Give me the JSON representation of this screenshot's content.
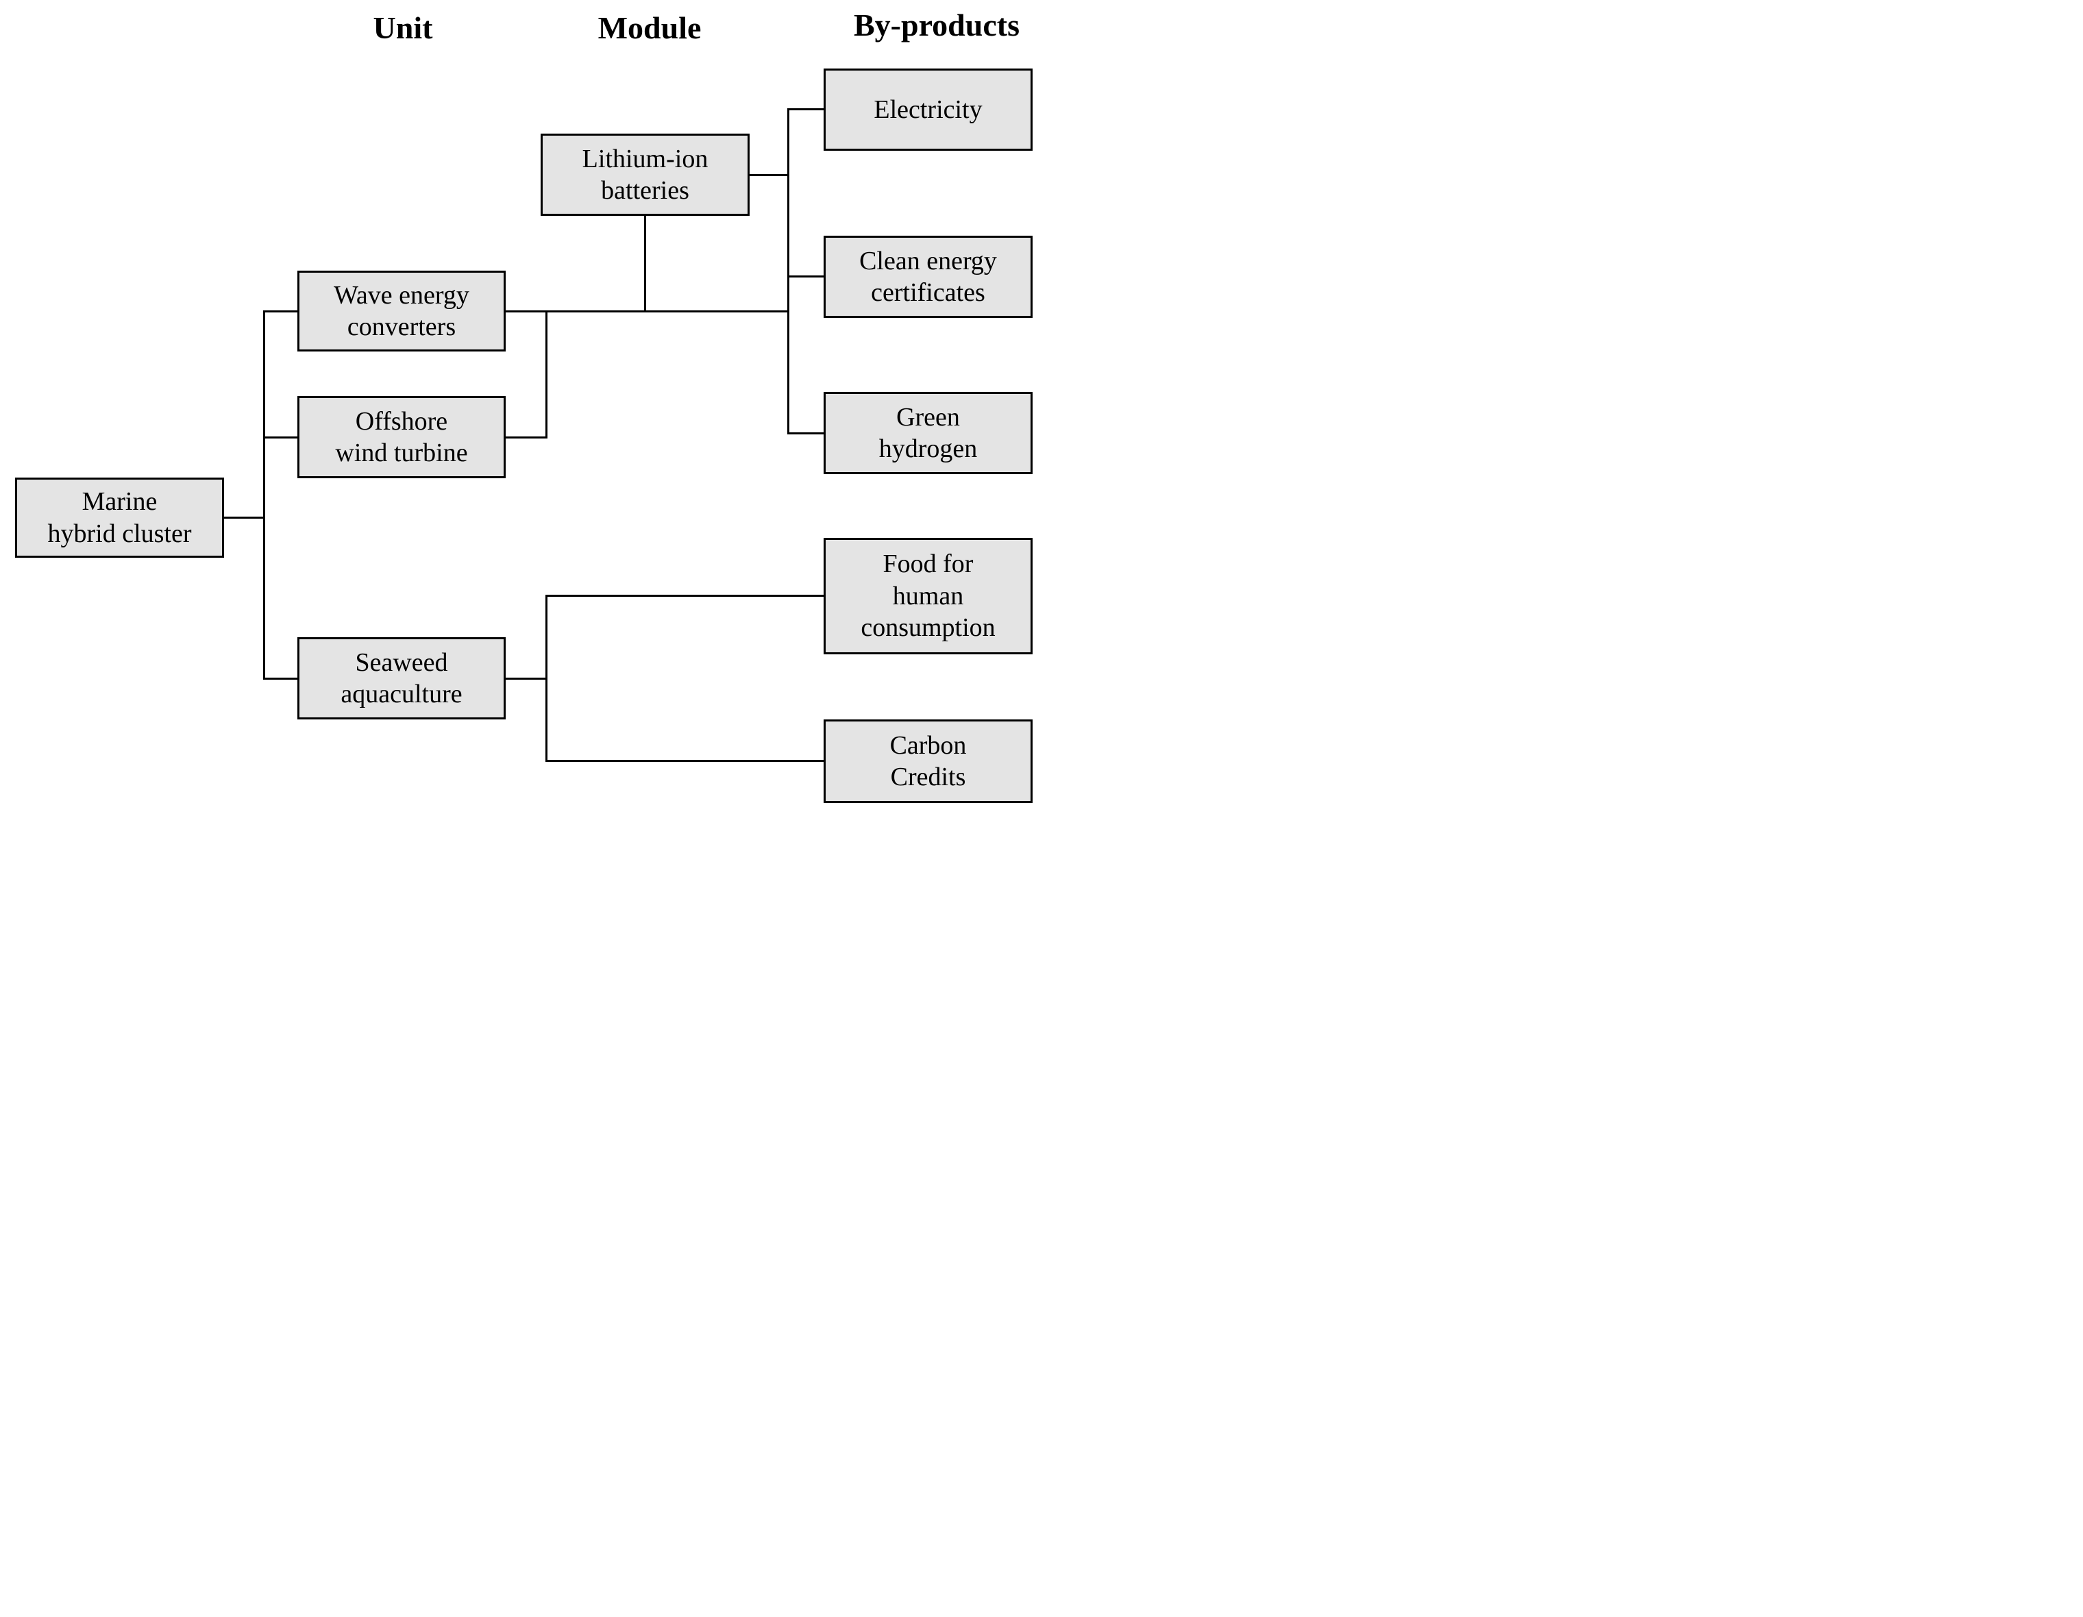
{
  "figure": {
    "column_headers": [
      {
        "id": "unit",
        "label": "Unit"
      },
      {
        "id": "module",
        "label": "Module"
      },
      {
        "id": "byproducts",
        "label": "By-products"
      }
    ],
    "nodes": {
      "marine": {
        "label": "Marine\nhybrid cluster",
        "role": "root"
      },
      "wave": {
        "label": "Wave energy\nconverters",
        "column": "Unit"
      },
      "offshore": {
        "label": "Offshore\nwind turbine",
        "column": "Unit"
      },
      "seaweed": {
        "label": "Seaweed\naquaculture",
        "column": "Unit"
      },
      "lithium": {
        "label": "Lithium-ion\nbatteries",
        "column": "Module"
      },
      "electricity": {
        "label": "Electricity",
        "column": "By-products"
      },
      "clean_energy": {
        "label": "Clean energy\ncertificates",
        "column": "By-products"
      },
      "green_hydrogen": {
        "label": "Green\nhydrogen",
        "column": "By-products"
      },
      "food": {
        "label": "Food for\nhuman\nconsumption",
        "column": "By-products"
      },
      "carbon": {
        "label": "Carbon\nCredits",
        "column": "By-products"
      }
    },
    "edges": [
      {
        "from": "marine",
        "to": "wave"
      },
      {
        "from": "marine",
        "to": "offshore"
      },
      {
        "from": "marine",
        "to": "seaweed"
      },
      {
        "from": "wave",
        "to": "lithium"
      },
      {
        "from": "offshore",
        "to": "lithium"
      },
      {
        "from": "lithium",
        "to": "electricity"
      },
      {
        "from": "lithium",
        "to": "clean_energy"
      },
      {
        "from": "lithium",
        "to": "green_hydrogen"
      },
      {
        "from": "seaweed",
        "to": "food"
      },
      {
        "from": "seaweed",
        "to": "carbon"
      }
    ],
    "colors": {
      "node_fill": "#e4e4e4",
      "node_border": "#000000",
      "connector": "#000000",
      "text": "#000000",
      "background": "#ffffff"
    }
  }
}
